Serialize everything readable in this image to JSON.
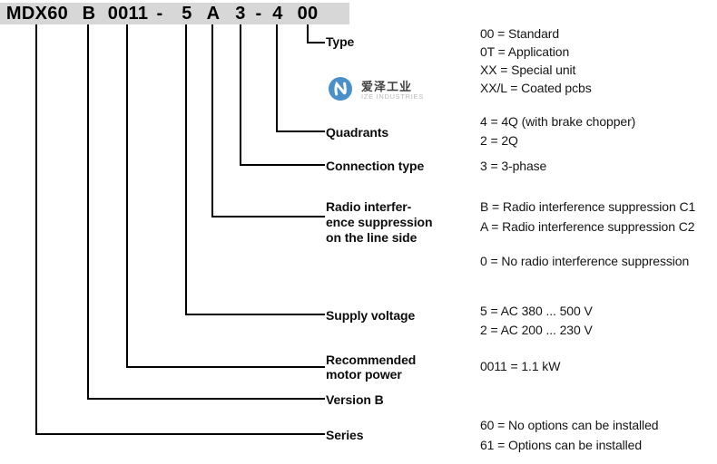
{
  "code_bar": {
    "segments": [
      {
        "text": "MDX60"
      },
      {
        "text": "B"
      },
      {
        "text": "0011"
      },
      {
        "text": "-"
      },
      {
        "text": "5"
      },
      {
        "text": "A"
      },
      {
        "text": "3"
      },
      {
        "text": "-"
      },
      {
        "text": "4"
      },
      {
        "text": "00"
      }
    ]
  },
  "sections": {
    "type": {
      "label": "Type",
      "values": [
        "00 = Standard",
        "0T = Application",
        "XX = Special unit",
        "XX/L = Coated pcbs"
      ]
    },
    "quadrants": {
      "label": "Quadrants",
      "values": [
        "4 = 4Q (with brake chopper)",
        "2 = 2Q"
      ]
    },
    "connection": {
      "label": "Connection type",
      "values": [
        "3 = 3-phase"
      ]
    },
    "radio": {
      "label_lines": [
        "Radio interfer-",
        "ence suppression",
        "on the line side"
      ],
      "values": [
        "B = Radio interference suppression C1",
        "A = Radio interference suppression C2"
      ],
      "extra_value": "0 = No radio interference suppression"
    },
    "supply": {
      "label": "Supply voltage",
      "values": [
        "5 = AC 380 ... 500 V",
        "2 = AC 200 ... 230 V"
      ]
    },
    "power": {
      "label_lines": [
        "Recommended",
        "motor power"
      ],
      "values": [
        "0011 = 1.1 kW"
      ]
    },
    "version": {
      "label": "Version B"
    },
    "series": {
      "label": "Series",
      "values": [
        "60 = No options can be installed",
        "61 = Options can be installed"
      ]
    }
  },
  "logo": {
    "cn": "爱泽工业",
    "en": "IZE INDUSTRIES"
  },
  "colors": {
    "bar_bg": "#d7d7d7",
    "line": "#000000",
    "logo_blue": "#4a90c8"
  }
}
